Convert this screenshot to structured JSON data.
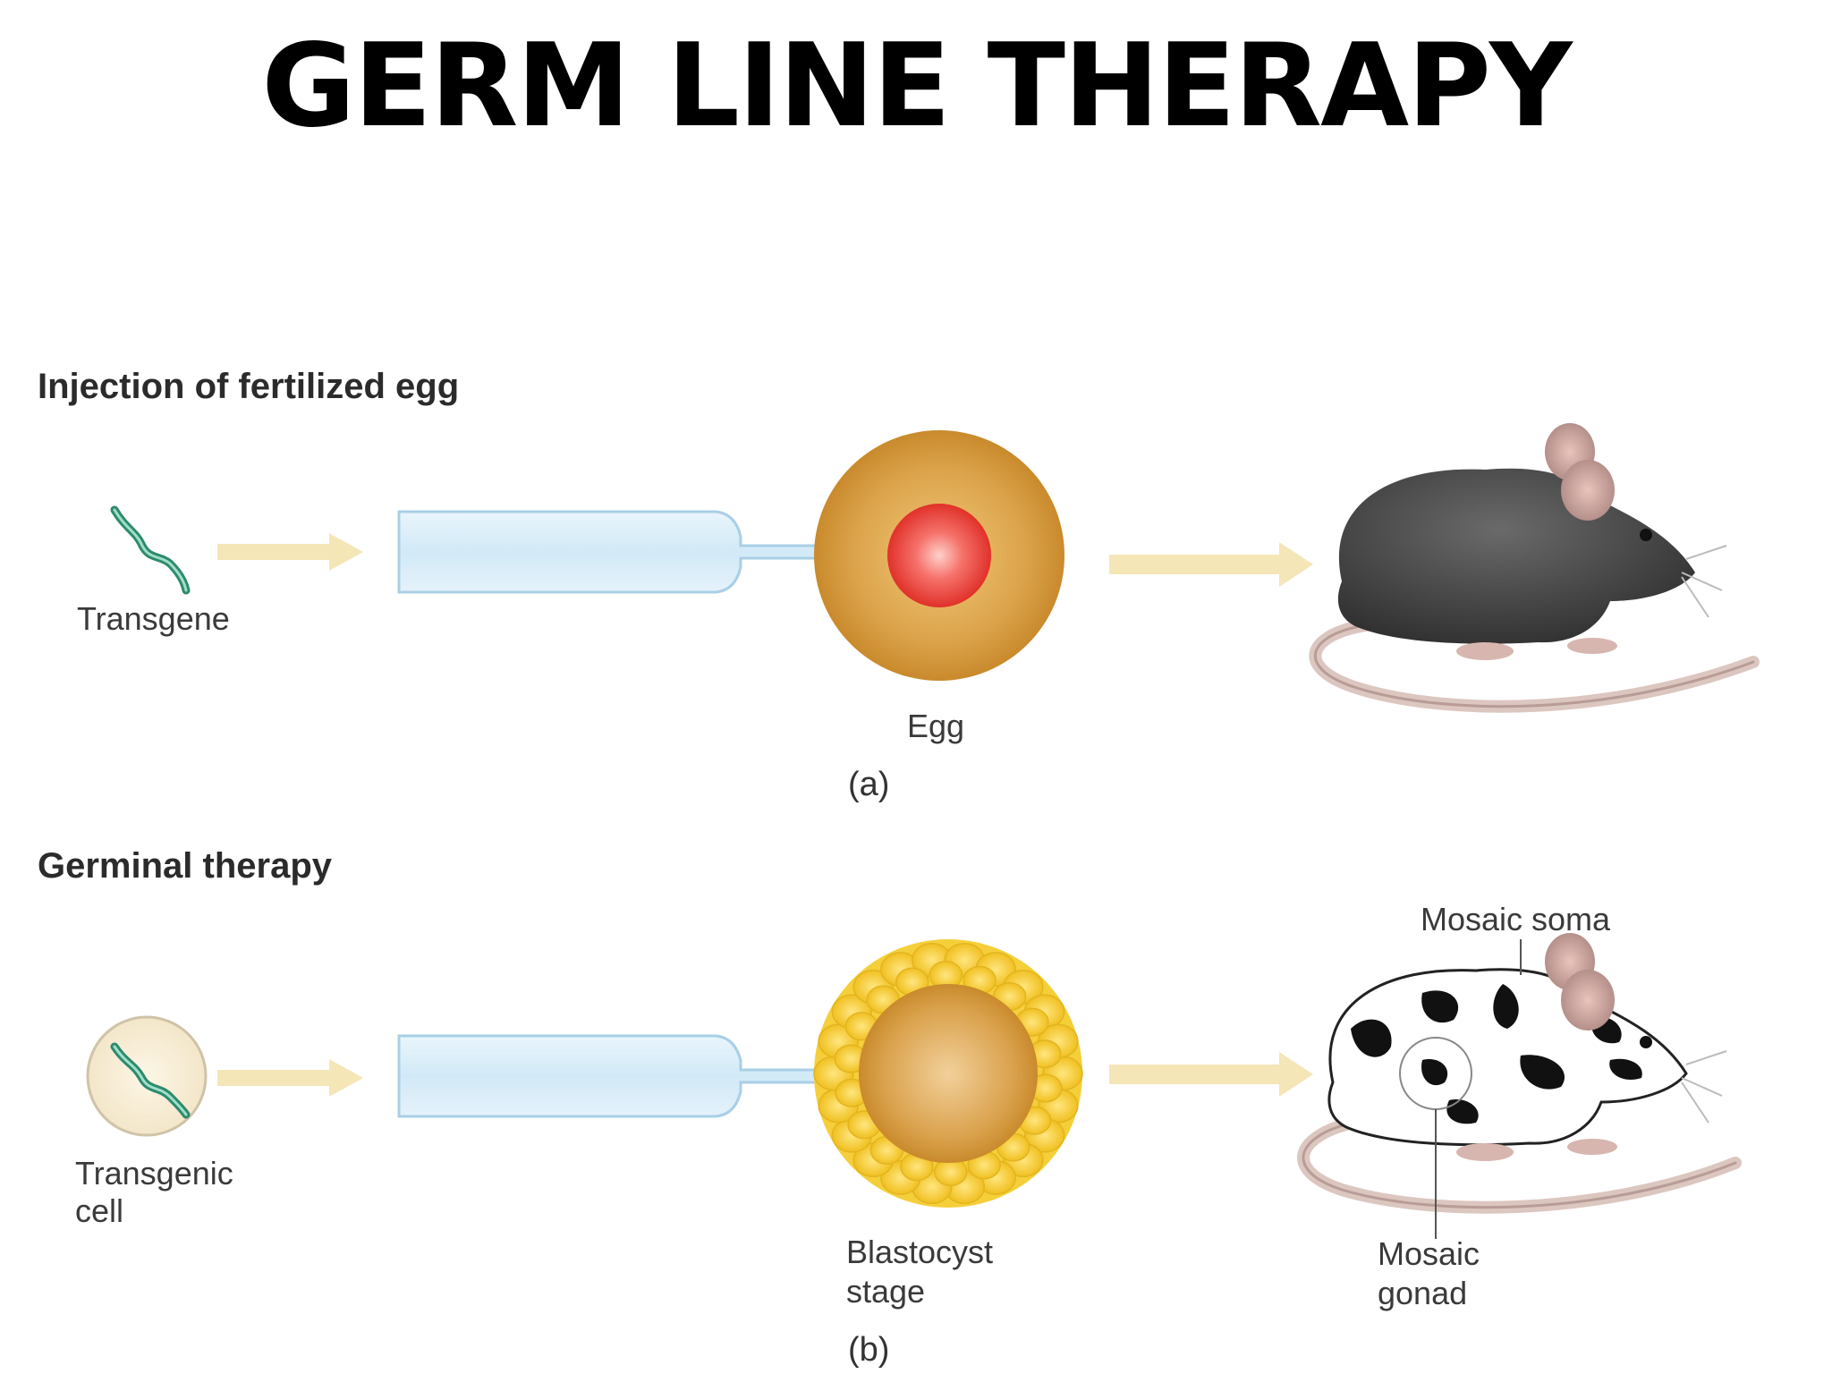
{
  "title": "GERM LINE THERAPY",
  "panel_a": {
    "heading": "Injection of fertilized egg",
    "transgene_label": "Transgene",
    "egg_label": "Egg",
    "part_label": "(a)"
  },
  "panel_b": {
    "heading": "Germinal therapy",
    "transgenic_cell_label_line1": "Transgenic",
    "transgenic_cell_label_line2": "cell",
    "blastocyst_label_line1": "Blastocyst",
    "blastocyst_label_line2": "stage",
    "mosaic_soma_label": "Mosaic soma",
    "mosaic_gonad_label_line1": "Mosaic",
    "mosaic_gonad_label_line2": "gonad",
    "part_label": "(b)"
  },
  "colors": {
    "title": "#000000",
    "arrow": "#f3e3b0",
    "pipette": "#d6ecf8",
    "pipette_outline": "#a9cfe6",
    "egg_outer": "#d89a3a",
    "egg_nucleus": "#e8403a",
    "blastocyst_cells": "#f5cf3a",
    "blastocyst_core": "#d9a04a",
    "mouse_black": "#3d3d3d",
    "mouse_tail": "#d9c3bd",
    "transgene_green": "#3fa586"
  },
  "icons": {
    "transgene": "dna-strand-icon",
    "pipette": "micropipette-icon",
    "egg": "fertilized-egg-icon",
    "blastocyst": "blastocyst-icon",
    "mouse_black": "mouse-icon",
    "mouse_mosaic": "mosaic-mouse-icon",
    "arrow": "right-arrow-icon"
  }
}
